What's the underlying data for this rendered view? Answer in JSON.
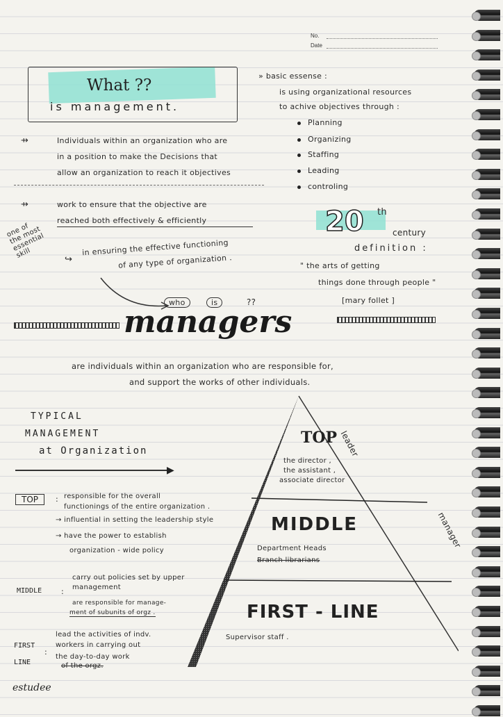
{
  "header": {
    "no_label": "No.",
    "date_label": "Date"
  },
  "title": {
    "line1": "What ??",
    "line2": "is management."
  },
  "essence": {
    "heading": "» basic essense :",
    "line1": "is using organizational resources",
    "line2": "to achive objectives through :",
    "items": [
      "Planning",
      "Organizing",
      "Staffing",
      "Leading",
      "controling"
    ]
  },
  "definition1": {
    "line1": "Individuals within an organization who are",
    "line2": "in a position to make the Decisions that",
    "line3": "allow an organization to reach it objectives"
  },
  "definition2": {
    "line1": "work to ensure that the objective are",
    "line2": "reached both effectively & efficiently"
  },
  "essential": {
    "side_note": [
      "one of",
      "the most",
      "essential",
      "skill"
    ],
    "line1": "in ensuring the effective functioning",
    "line2": "of any type of organization ."
  },
  "century": {
    "number": "20",
    "sup": "th",
    "word": "century",
    "label": "definition :",
    "quote1": "\" the arts of getting",
    "quote2": "things done through people \"",
    "author": "[mary follet ]"
  },
  "who": {
    "w1": "who",
    "w2": "is",
    "q": "??"
  },
  "managers": {
    "title": "managers",
    "desc1": "are individuals within an organization who are responsible for,",
    "desc2": "and support the works of other individuals."
  },
  "typical": {
    "line1": "TYPICAL",
    "line2": "MANAGEMENT",
    "line3": "at Organization"
  },
  "pyramid": {
    "top": "TOP",
    "top_roles": [
      "the director ,",
      "the assistant ,",
      "associate director"
    ],
    "middle": "MIDDLE",
    "middle_roles": [
      "Department Heads",
      "Branch librarians"
    ],
    "first": "FIRST - LINE",
    "first_roles": "Supervisor  staff .",
    "side_leader": "leader",
    "side_manager": "manager"
  },
  "levels": {
    "top_label": "TOP",
    "top_lines": [
      "responsible for the overall",
      "functionings of the entire organization .",
      "→ influential in setting the leadership style",
      "→ have the power to establish",
      "organization - wide policy"
    ],
    "middle_label": "MIDDLE",
    "middle_lines": [
      "carry out policies set by upper",
      "management",
      "are responsible for manage-",
      "ment of subunits of orgz ."
    ],
    "first_label1": "FIRST",
    "first_label2": "LINE",
    "first_lines": [
      "lead the activities of indv.",
      "workers in carrying out",
      "the day-to-day work",
      "of the orgz."
    ]
  },
  "signature": "estudee"
}
